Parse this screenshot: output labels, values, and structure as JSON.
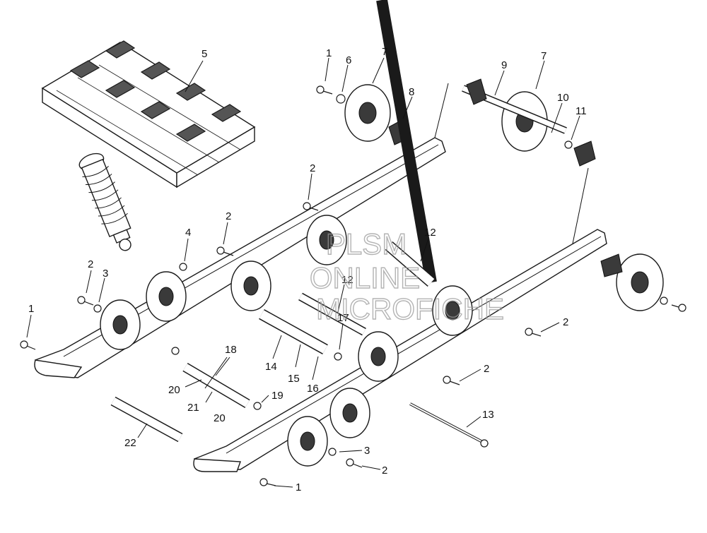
{
  "watermark": {
    "line1": "PLSM",
    "line2": "ONLINE",
    "line3": "MICROFICHE"
  },
  "callouts": [
    "1",
    "6",
    "7",
    "8",
    "9",
    "7",
    "10",
    "11",
    "5",
    "2",
    "2",
    "4",
    "12",
    "2",
    "3",
    "1",
    "12",
    "17",
    "18",
    "14",
    "15",
    "16",
    "20",
    "21",
    "20",
    "19",
    "22",
    "13",
    "2",
    "2",
    "3",
    "2",
    "1"
  ],
  "colors": {
    "line": "#1a1a1a",
    "watermark": "#9a9a9a",
    "background": "#ffffff"
  }
}
